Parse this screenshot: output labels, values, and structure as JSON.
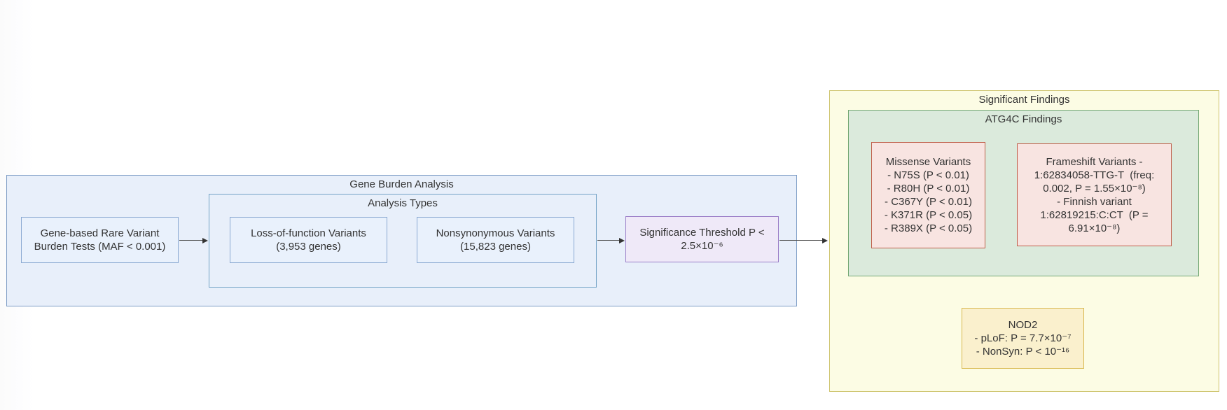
{
  "diagram": {
    "gene_burden": {
      "label": "Gene Burden Analysis",
      "node_gene_based": {
        "lines": [
          "Gene-based Rare Variant",
          "Burden Tests (MAF < 0.001)"
        ]
      },
      "analysis_types": {
        "label": "Analysis Types",
        "node_lof": {
          "lines": [
            "Loss-of-function Variants",
            "(3,953 genes)"
          ]
        },
        "node_nonsyn": {
          "lines": [
            "Nonsynonymous Variants",
            "(15,823 genes)"
          ]
        }
      },
      "node_threshold": {
        "lines": [
          "Significance Threshold P <",
          "2.5×10⁻⁶"
        ]
      }
    },
    "significant_findings": {
      "label": "Significant Findings",
      "atg4c": {
        "label": "ATG4C Findings",
        "node_missense": {
          "lines": [
            "Missense Variants",
            "- N75S (P < 0.01)",
            "- R80H (P < 0.01)",
            "- C367Y (P < 0.01)",
            "- K371R (P < 0.05)",
            "- R389X (P < 0.05)"
          ]
        },
        "node_frameshift": {
          "lines": [
            "Frameshift Variants -",
            "1:62834058-TTG-T  (freq:",
            "0.002, P = 1.55×10⁻⁸)",
            "- Finnish variant",
            "1:62819215:C:CT  (P =",
            "6.91×10⁻⁸)"
          ]
        }
      },
      "node_nod2": {
        "lines": [
          "NOD2",
          "- pLoF: P = 7.7×10⁻⁷",
          "- NonSyn: P < 10⁻¹⁶"
        ]
      }
    }
  },
  "colors": {
    "text_color": "#333333",
    "edge_color": "#4d4d4d",
    "blue_container_fill": "#e8effa",
    "blue_container_border": "#7d9cc5",
    "analysis_types_border": "#74a3c6",
    "blue_node_fill": "#e9f1fc",
    "blue_node_border": "#8aa9d2",
    "purple_node_fill": "#efe9f8",
    "purple_node_border": "#9a7dc7",
    "yellow_container_fill": "#fcfce4",
    "yellow_container_border": "#cdc36b",
    "green_container_fill": "#dbeadc",
    "green_container_border": "#74a874",
    "pink_node_fill": "#f8e4e1",
    "pink_node_border": "#bf5e49",
    "gold_node_fill": "#faf0cd",
    "gold_node_border": "#d8b84e"
  }
}
